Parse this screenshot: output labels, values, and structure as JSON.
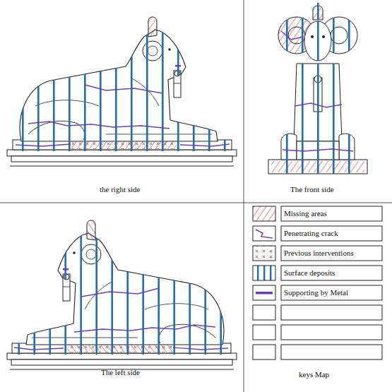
{
  "diagram": {
    "labels": [
      "the right side",
      "The front side",
      "The left side",
      "keys Map"
    ],
    "legend": [
      {
        "text": "Missing areas"
      },
      {
        "text": "Penetrating crack"
      },
      {
        "text": "Previous interventions"
      },
      {
        "text": "Surface deposits"
      },
      {
        "text": "Supporting by Metal"
      }
    ]
  }
}
